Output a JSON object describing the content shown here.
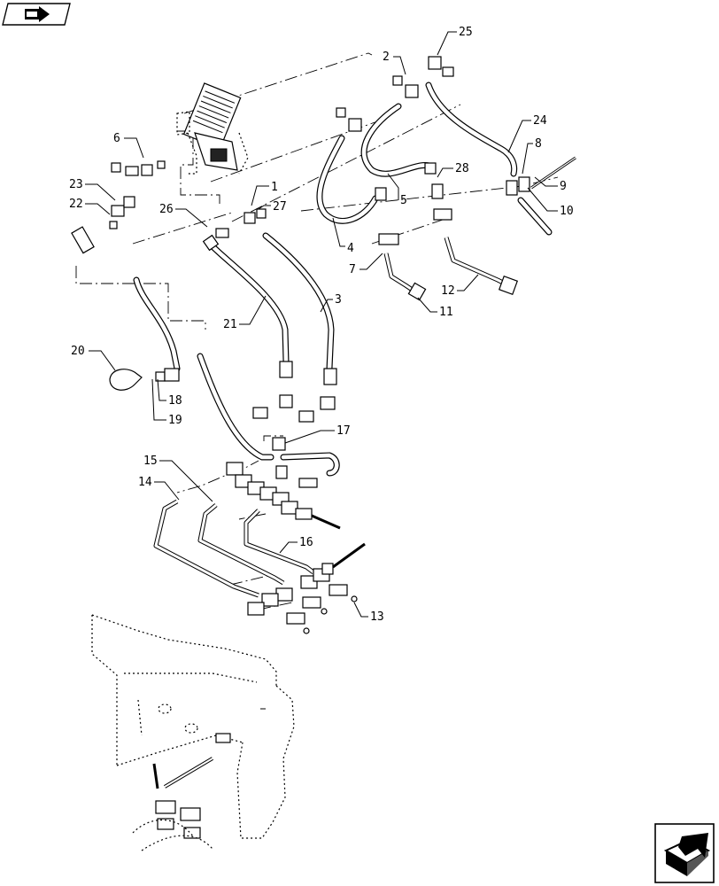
{
  "navigation": {
    "back_icon": "back-arrow-icon",
    "next_icon": "next-page-arrow-icon"
  },
  "callouts": [
    "1",
    "2",
    "3",
    "4",
    "5",
    "6",
    "7",
    "8",
    "9",
    "10",
    "11",
    "12",
    "13",
    "14",
    "15",
    "16",
    "17",
    "18",
    "19",
    "20",
    "21",
    "22",
    "23",
    "24",
    "25",
    "26",
    "27",
    "28"
  ]
}
